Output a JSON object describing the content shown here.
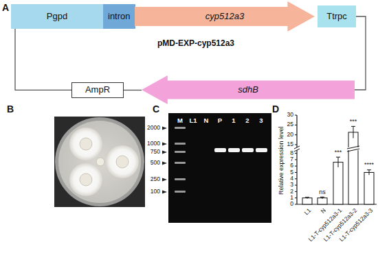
{
  "diagram": {
    "nodes": [
      {
        "text": [
          "Pgpd"
        ]
      },
      {
        "text": [
          "intron"
        ]
      },
      {
        "text": [
          "cyp512a3"
        ]
      },
      {
        "text": [
          "Ttrpc"
        ]
      },
      {
        "text": [
          "AmpR"
        ]
      },
      {
        "text": [
          "sdhB"
        ]
      }
    ],
    "edges": [
      {
        "from": 3,
        "to": 5,
        "arrow": "none"
      },
      {
        "from": 5,
        "to": 4,
        "arrow": "none"
      },
      {
        "from": 4,
        "to": 0,
        "arrow": "none"
      }
    ],
    "labels": [
      "A",
      "pMD-EXP-cyp512a3",
      "B",
      "C",
      "D",
      "M",
      "L1",
      "N",
      "P",
      "1",
      "2",
      "3",
      "2000",
      "1000",
      "750",
      "500",
      "250",
      "100",
      "Relative expression level",
      "0",
      "1",
      "2",
      "3",
      "4",
      "5",
      "6",
      "7",
      "8",
      "15",
      "20",
      "25",
      "30",
      "ns",
      "***",
      "***",
      "****",
      "L1",
      "N",
      "L1-T-cyp512a3-1",
      "L1-T-cyp512a3-2",
      "L1-T-cyp512a3-3"
    ]
  }
}
